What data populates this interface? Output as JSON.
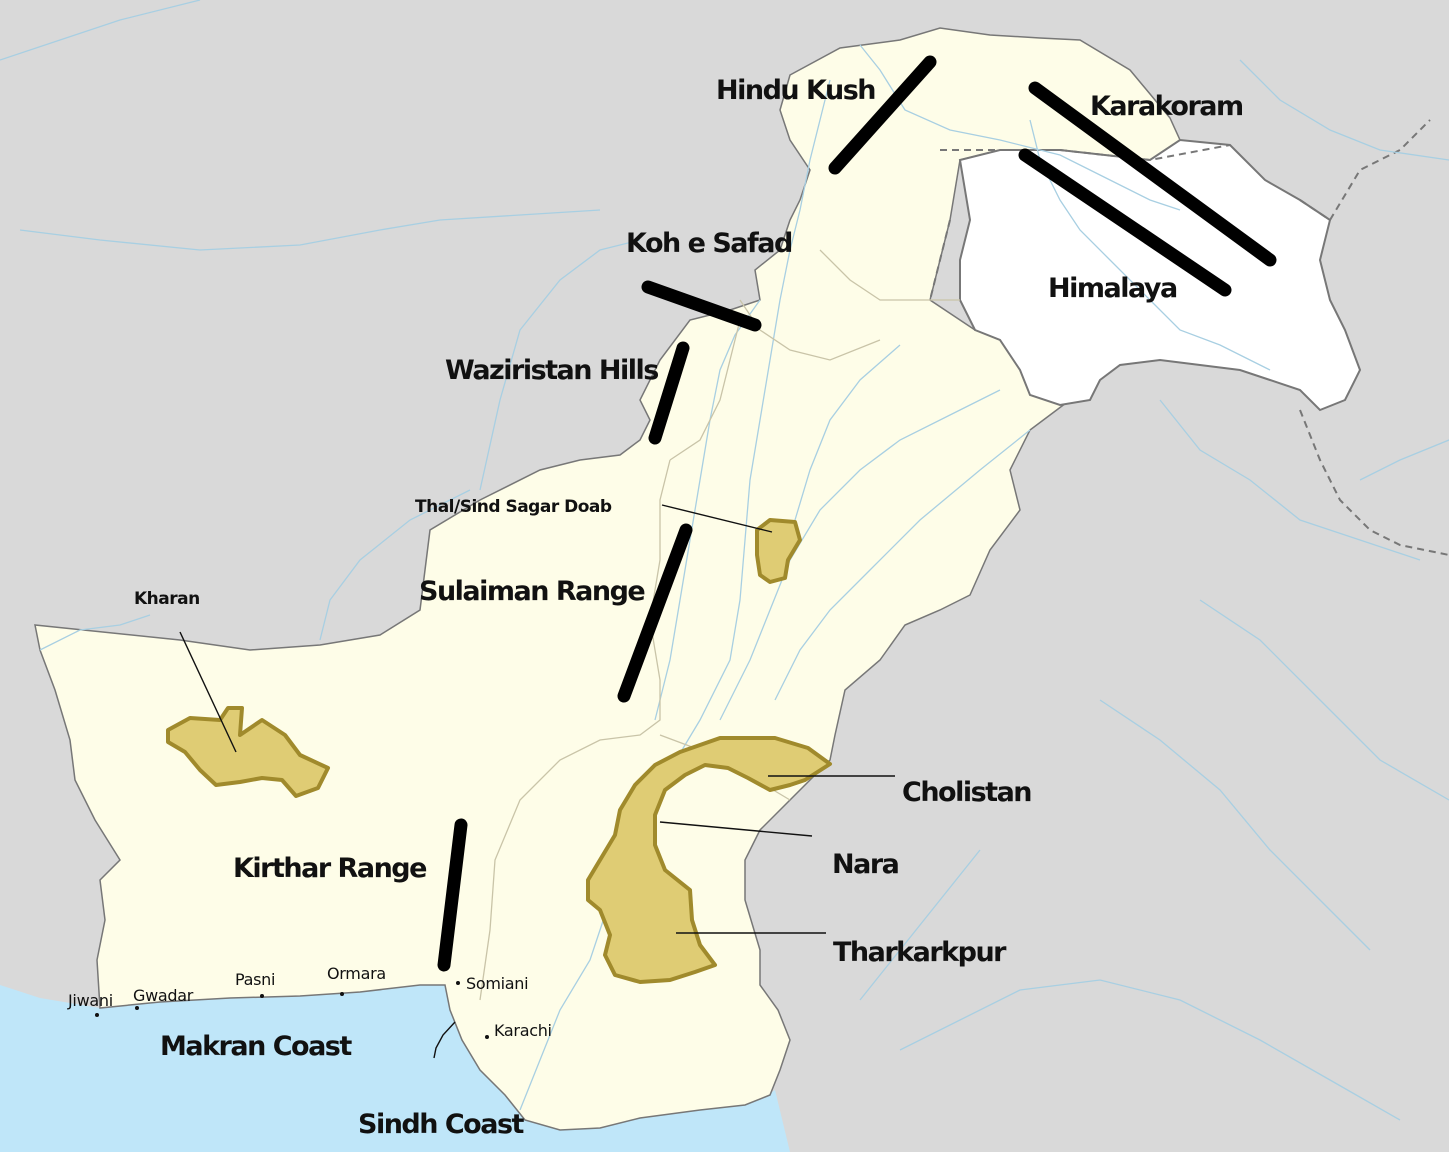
{
  "map": {
    "colors": {
      "land_other": "#d9d9d9",
      "pakistan": "#fefde8",
      "kashmir": "#ffffff",
      "sea": "#bfe6f9",
      "river": "#a8cfe2",
      "desert": "#dfcc74",
      "desert_border": "#a08a2c",
      "range_line": "#000000"
    },
    "mountain_labels": {
      "hindu_kush": "Hindu Kush",
      "karakoram": "Karakoram",
      "koh_e_safad": "Koh e Safad",
      "himalaya": "Himalaya",
      "waziristan_hills": "Waziristan Hills",
      "sulaiman_range": "Sulaiman Range",
      "kirthar_range": "Kirthar Range"
    },
    "desert_labels": {
      "thal": "Thal/Sind Sagar Doab",
      "kharan": "Kharan",
      "cholistan": "Cholistan",
      "nara": "Nara",
      "tharkarkpur": "Tharkarkpur"
    },
    "coast_labels": {
      "makran_coast": "Makran Coast",
      "sindh_coast": "Sindh Coast"
    },
    "places": {
      "jiwani": "Jiwani",
      "gwadar": "Gwadar",
      "pasni": "Pasni",
      "ormara": "Ormara",
      "somiani": "Somiani",
      "karachi": "Karachi"
    }
  }
}
